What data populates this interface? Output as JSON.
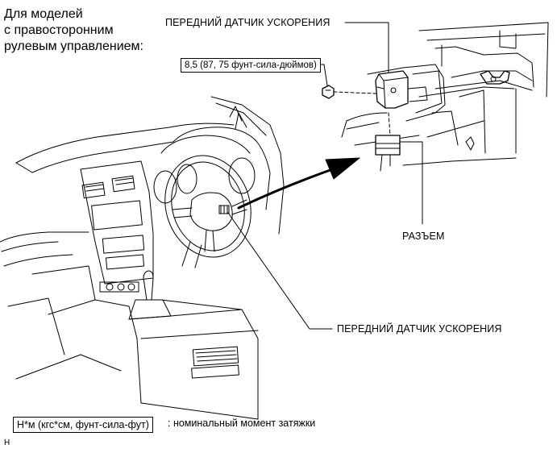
{
  "note": {
    "line1": "Для моделей",
    "line2": "с правосторонним",
    "line3": "рулевым управлением:"
  },
  "callouts": {
    "front_sensor_top": "ПЕРЕДНИЙ ДАТЧИК УСКОРЕНИЯ",
    "connector": "РАЗЪЕМ",
    "front_sensor_bottom": "ПЕРЕДНИЙ ДАТЧИК УСКОРЕНИЯ"
  },
  "torque": {
    "value": "8,5 (87, 75 фунт-сила-дюймов)"
  },
  "legend": {
    "units": "Н*м (кгс*см, фунт-сила-фут)",
    "description": ": номинальный момент затяжки"
  },
  "footer": {
    "code": "H"
  }
}
